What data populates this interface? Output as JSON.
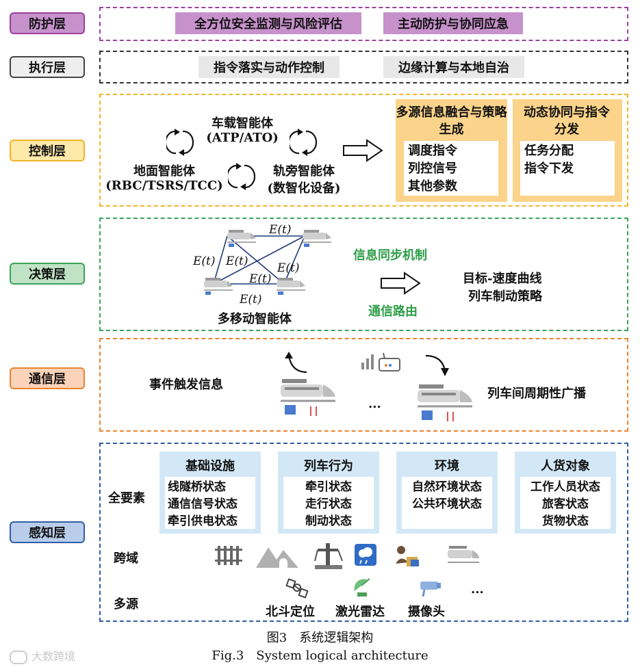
{
  "layers": {
    "protection": {
      "label": "防护层",
      "tags": [
        "全方位安全监测与风险评估",
        "主动防护与协同应急"
      ],
      "color": "#9b3fa0",
      "fill": "#c792cc"
    },
    "execution": {
      "label": "执行层",
      "tags": [
        "指令落实与动作控制",
        "边缘计算与本地自治"
      ],
      "color": "#444444",
      "fill": "#e8e8e8"
    },
    "control": {
      "label": "控制层",
      "color": "#f0b429",
      "fill": "#fde9a9",
      "agents": {
        "onboard": "车载智能体",
        "onboard_sub": "(ATP/ATO)",
        "ground": "地面智能体",
        "ground_sub": "(RBC/TSRS/TCC)",
        "trackside": "轨旁智能体",
        "trackside_sub": "(数智化设备)"
      },
      "card1": {
        "title": "多源信息融合与策略生成",
        "items": [
          "调度指令",
          "列控信号",
          "其他参数"
        ]
      },
      "card2": {
        "title": "动态协同与指令分发",
        "items": [
          "任务分配",
          "指令下发"
        ]
      }
    },
    "decision": {
      "label": "决策层",
      "color": "#3aa35a",
      "fill": "#bfe3c4",
      "edge_label": "E(t)",
      "caption": "多移动智能体",
      "sync": "信息同步机制",
      "routing": "通信路由",
      "output": [
        "目标-速度曲线",
        "列车制动策略"
      ],
      "accent": "#2e9e48"
    },
    "communication": {
      "label": "通信层",
      "color": "#e9842e",
      "fill": "#fbd3b8",
      "event": "事件触发信息",
      "ellipsis": "...",
      "broadcast": "列车间周期性广播"
    },
    "perception": {
      "label": "感知层",
      "color": "#2f5da5",
      "fill": "#b9cdea",
      "full_elements": "全要素",
      "cross_domain": "跨域",
      "multi_source": "多源",
      "cards": [
        {
          "title": "基础设施",
          "items": [
            "线隧桥状态",
            "通信信号状态",
            "牵引供电状态"
          ]
        },
        {
          "title": "列车行为",
          "items": [
            "牵引状态",
            "走行状态",
            "制动状态"
          ]
        },
        {
          "title": "环境",
          "items": [
            "自然环境状态",
            "公共环境状态"
          ]
        },
        {
          "title": "人货对象",
          "items": [
            "工作人员状态",
            "旅客状态",
            "货物状态"
          ]
        }
      ],
      "sensors": [
        "北斗定位",
        "激光雷达",
        "摄像头"
      ],
      "sensor_ellipsis": "..."
    }
  },
  "caption": {
    "cn": "图3　系统逻辑架构",
    "en": "Fig.3　System logical architecture"
  },
  "watermark": "大数跨境",
  "icons": [
    "cycle-arrow-icon",
    "train-icon",
    "antenna-icon",
    "rail-track-icon",
    "mountain-tunnel-icon",
    "power-pylon-icon",
    "weather-icon",
    "cargo-icon",
    "satellite-icon",
    "radar-icon",
    "camera-icon",
    "arrow-right-icon"
  ]
}
